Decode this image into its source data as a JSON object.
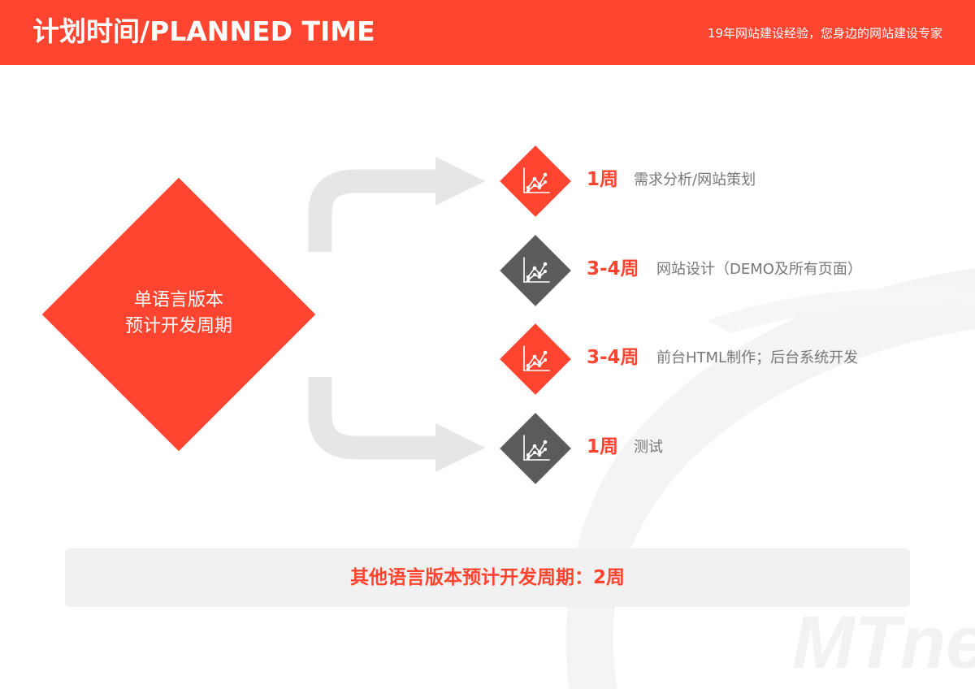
{
  "header": {
    "title": "计划时间/PLANNED TIME",
    "slogan": "19年网站建设经验，您身边的网站建设专家",
    "color": "#ff4530"
  },
  "main": {
    "label_line1": "单语言版本",
    "label_line2": "预计开发周期"
  },
  "steps": [
    {
      "duration": "1周",
      "description": "需求分析/网站策划",
      "color": "#ff4530",
      "icon": "line-chart-icon"
    },
    {
      "duration": "3-4周",
      "description": "网站设计（DEMO及所有页面）",
      "color": "#5b5b5b",
      "icon": "line-chart-icon"
    },
    {
      "duration": "3-4周",
      "description": "前台HTML制作；后台系统开发",
      "color": "#ff4530",
      "icon": "line-chart-icon"
    },
    {
      "duration": "1周",
      "description": "测试",
      "color": "#5b5b5b",
      "icon": "line-chart-icon"
    }
  ],
  "summary": {
    "text": "其他语言版本预计开发周期：2周"
  },
  "watermark": {
    "text": "MTne"
  }
}
